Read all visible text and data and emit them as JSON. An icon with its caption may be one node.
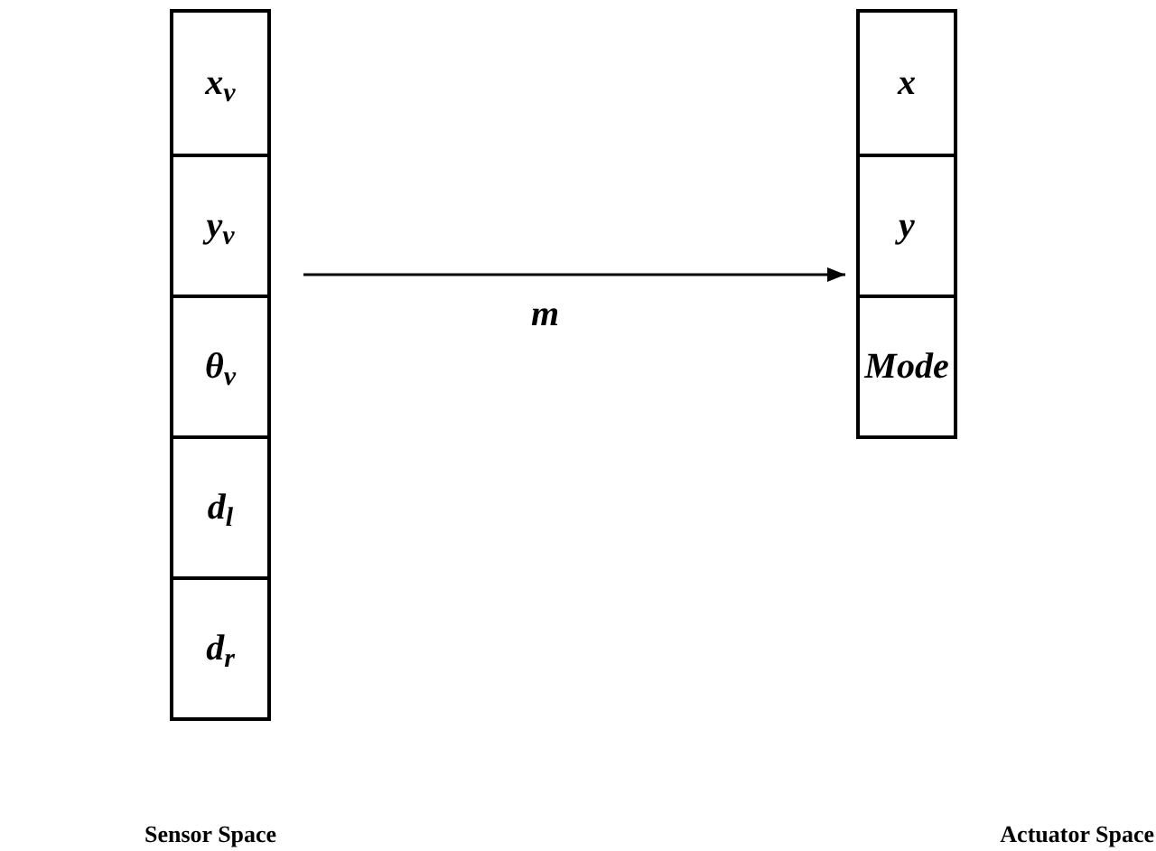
{
  "diagram": {
    "nodes": [
      {
        "text": [],
        "shape": "box"
      },
      {
        "text": [
          "x$_{v}$"
        ],
        "in": 0
      },
      {
        "text": [
          "y$_{v}$"
        ],
        "in": 0
      },
      {
        "text": [
          "θ$_{v}$"
        ],
        "in": 0
      },
      {
        "text": [
          "d$_{l}$"
        ],
        "in": 0
      },
      {
        "text": [
          "d$_{r}$"
        ],
        "in": 0
      },
      {
        "text": [],
        "shape": "box"
      },
      {
        "text": [
          "x"
        ],
        "in": 6
      },
      {
        "text": [
          "y"
        ],
        "in": 6
      },
      {
        "text": [
          "Mode"
        ],
        "in": 6
      }
    ],
    "edges": [
      {
        "from": 0,
        "to": 6,
        "arrow": "to",
        "label": "m"
      }
    ],
    "labels": [
      "Sensor Space",
      "Actuator Space"
    ]
  }
}
